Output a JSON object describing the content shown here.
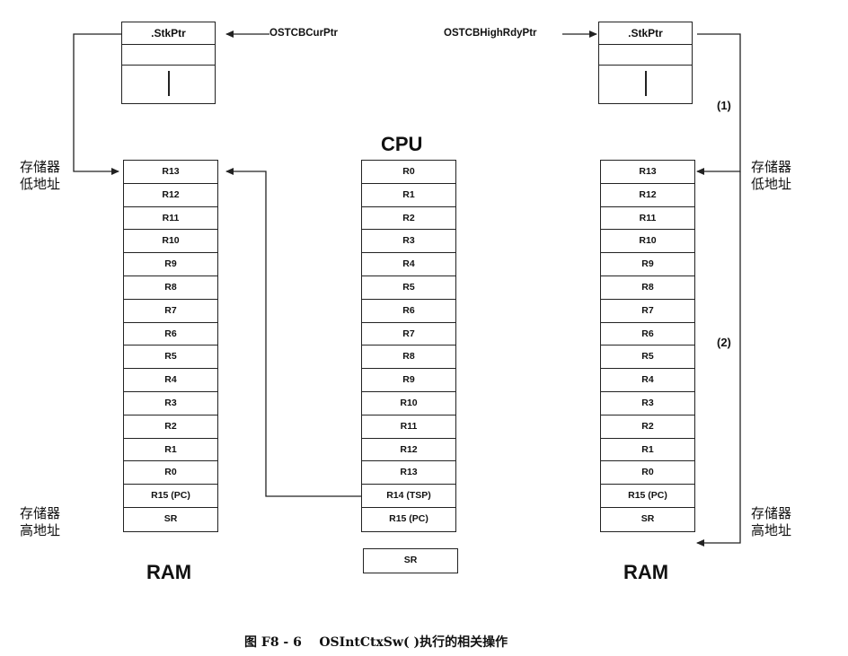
{
  "tcb_field_label": ".StkPtr",
  "pointers": {
    "current": "OSTCBCurPtr",
    "high_ready": "OSTCBHighRdyPtr"
  },
  "cpu_title": "CPU",
  "ram_label": "RAM",
  "memory_labels": {
    "low_line1": "存储器",
    "low_line2": "低地址",
    "high_line1": "存储器",
    "high_line2": "高地址"
  },
  "steps": {
    "step1": "(1)",
    "step2": "(2)"
  },
  "ram_stack_cells": [
    "R13",
    "R12",
    "R11",
    "R10",
    "R9",
    "R8",
    "R7",
    "R6",
    "R5",
    "R4",
    "R3",
    "R2",
    "R1",
    "R0",
    "R15 (PC)",
    "SR"
  ],
  "cpu_registers": [
    "R0",
    "R1",
    "R2",
    "R3",
    "R4",
    "R5",
    "R6",
    "R7",
    "R8",
    "R9",
    "R10",
    "R11",
    "R12",
    "R13",
    "R14 (TSP)",
    "R15 (PC)"
  ],
  "cpu_sr": "SR",
  "caption": "图 F8 - 6    OSIntCtxSw( )执行的相关操作"
}
